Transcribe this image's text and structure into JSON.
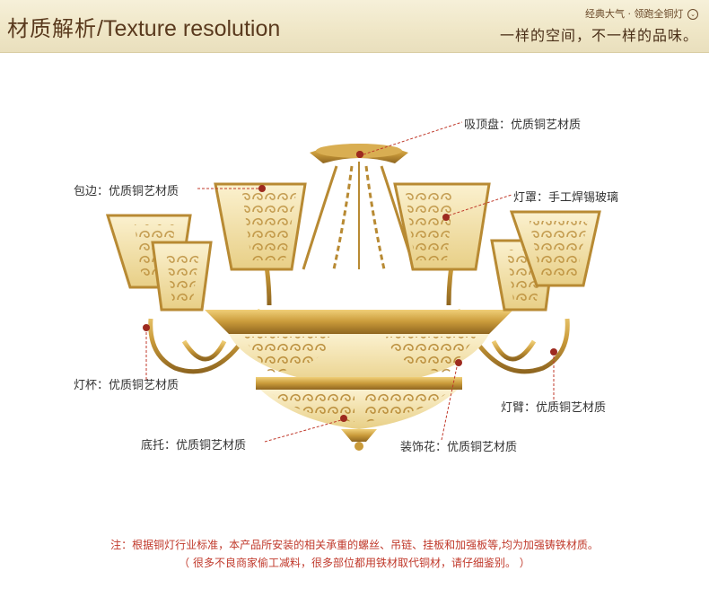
{
  "header": {
    "title_cn": "材质解析",
    "title_en": "/Texture resolution",
    "slogan_small": "经典大气 · 领跑全铜灯",
    "slogan_big": "一样的空间，不一样的品味。"
  },
  "callouts": {
    "ceiling_plate": "吸顶盘：优质铜艺材质",
    "edging": "包边：优质铜艺材质",
    "shade": "灯罩：手工焊锡玻璃",
    "cup": "灯杯：优质铜艺材质",
    "arm": "灯臂：优质铜艺材质",
    "base": "底托：优质铜艺材质",
    "decoration": "装饰花：优质铜艺材质"
  },
  "notes": {
    "line1": "注：根据铜灯行业标准，本产品所安装的相关承重的螺丝、吊链、挂板和加强板等,均为加强铸铁材质。",
    "line2": "（ 很多不良商家偷工减料，很多部位都用铁材取代铜材，请仔细鉴别。 ）"
  },
  "colors": {
    "brass": "#c99a3a",
    "glass": "#f3e6b8",
    "callout_line": "#c0392b",
    "note_text": "#c0392b"
  }
}
